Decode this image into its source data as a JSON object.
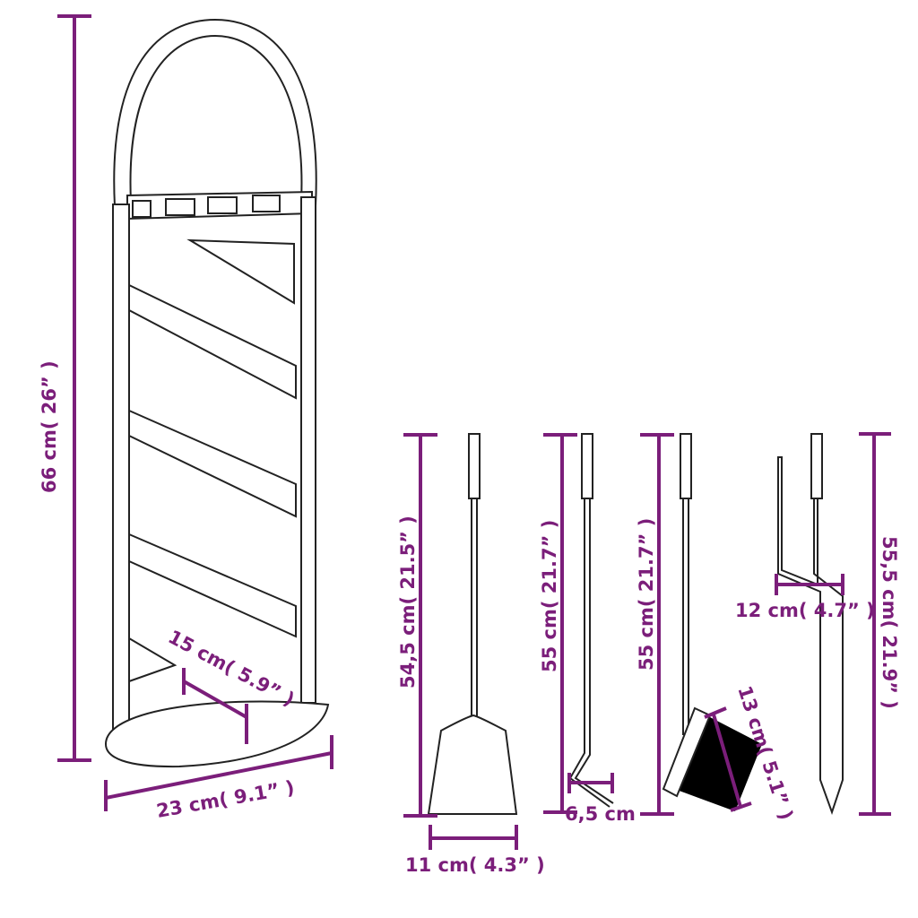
{
  "accent_color": "#7b1e7a",
  "stand": {
    "height_label": "66 cm( 26” )",
    "depth_label": "15 cm( 5.9” )",
    "width_label": "23 cm( 9.1” )"
  },
  "shovel": {
    "height_label": "54,5 cm( 21.5” )",
    "width_label": "11 cm( 4.3” )"
  },
  "poker": {
    "height_label": "55 cm( 21.7” )",
    "hook_label": "6,5 cm"
  },
  "brush": {
    "height_label": "55 cm( 21.7” )",
    "head_label": "13 cm( 5.1” )"
  },
  "tongs": {
    "height_label": "55,5 cm( 21.9” )",
    "width_label": "12 cm( 4.7” )"
  }
}
